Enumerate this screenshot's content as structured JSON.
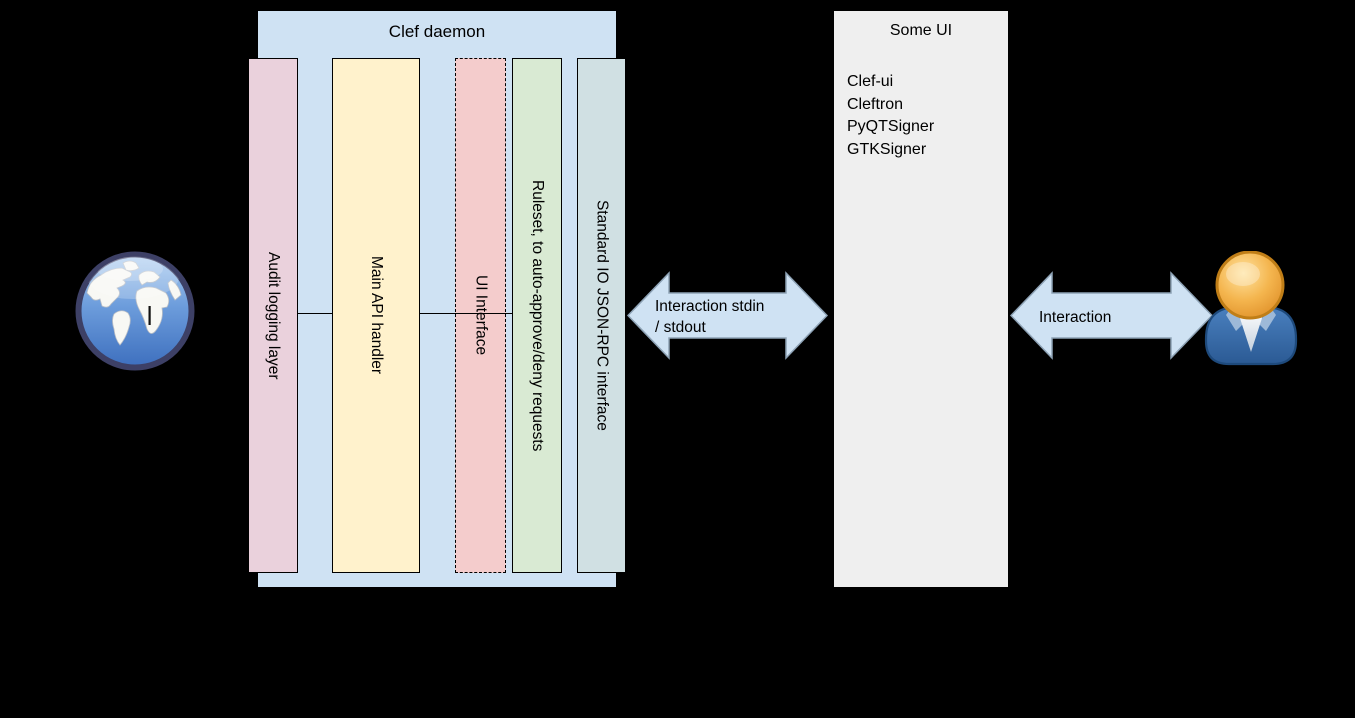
{
  "diagram": {
    "background_color": "#000000",
    "clef_daemon": {
      "title": "Clef daemon",
      "container_fill": "#cfe2f3",
      "bars": [
        {
          "label": "Audit logging layer",
          "fill": "#ead1dc",
          "border_style": "solid"
        },
        {
          "label": "Main API handler",
          "fill": "#fff2cc",
          "border_style": "solid"
        },
        {
          "label": "UI Interface",
          "fill": "#f4cccc",
          "border_style": "dashed"
        },
        {
          "label": "Ruleset, to auto-approve/deny requests",
          "fill": "#d9ead3",
          "border_style": "solid"
        },
        {
          "label": "Standard IO JSON-RPC interface",
          "fill": "#d0e0e3",
          "border_style": "solid"
        }
      ]
    },
    "some_ui": {
      "title": "Some UI",
      "fill": "#efefef",
      "items": [
        "Clef-ui",
        "Cleftron",
        "PyQTSigner",
        "GTKSigner"
      ]
    },
    "arrows": [
      {
        "name": "daemon-ui-arrow",
        "fill": "#cfe2f3",
        "lines": [
          "Interaction stdin",
          "/ stdout"
        ]
      },
      {
        "name": "ui-user-arrow",
        "fill": "#cfe2f3",
        "lines": [
          "Interaction"
        ]
      }
    ],
    "icons": [
      {
        "name": "globe-icon"
      },
      {
        "name": "user-icon"
      }
    ]
  }
}
